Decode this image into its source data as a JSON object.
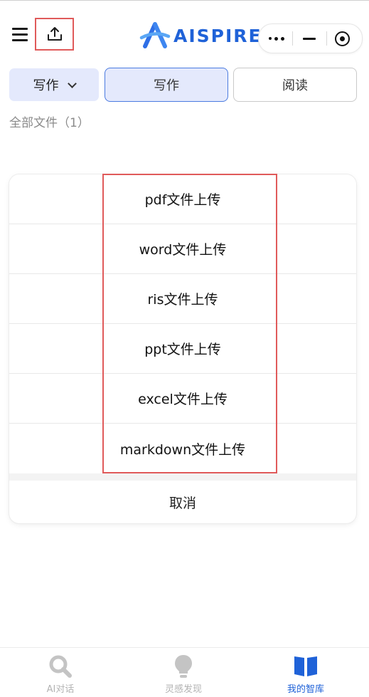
{
  "header": {
    "menu_icon": "hamburger-icon",
    "upload_icon": "upload-icon",
    "logo_text": "AISPIRE",
    "capsule": {
      "more_icon": "more-dots-icon",
      "minimize_icon": "minimize-icon",
      "close_icon": "target-close-icon"
    }
  },
  "tabs": {
    "mode_select": "写作",
    "write": "写作",
    "read": "阅读"
  },
  "file_count_label": "全部文件（1）",
  "upload_sheet": {
    "items": [
      "pdf文件上传",
      "word文件上传",
      "ris文件上传",
      "ppt文件上传",
      "excel文件上传",
      "markdown文件上传"
    ],
    "cancel": "取消"
  },
  "bottom_nav": {
    "items": [
      {
        "label": "AI对话",
        "icon": "search-icon",
        "active": false
      },
      {
        "label": "灵感发现",
        "icon": "lightbulb-icon",
        "active": false
      },
      {
        "label": "我的智库",
        "icon": "book-icon",
        "active": true
      }
    ]
  },
  "colors": {
    "accent": "#1f62d8",
    "highlight_border": "#e05a5a",
    "tab_bg": "#e4e9fc"
  }
}
